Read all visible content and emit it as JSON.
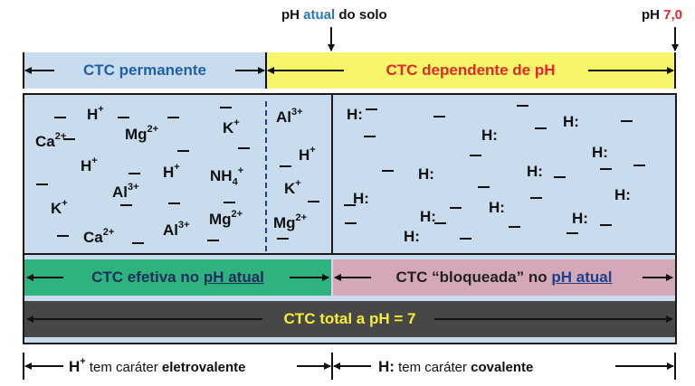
{
  "header": {
    "ph_atual_prefix": "pH ",
    "ph_atual_word": "atual",
    "ph_atual_suffix": " do solo",
    "ph7_prefix": "pH ",
    "ph7_value": "7,0"
  },
  "bars": {
    "permanente": "CTC permanente",
    "dependente": "CTC dependente de pH",
    "efetiva_prefix": "CTC efetiva no ",
    "efetiva_underlined": "pH atual",
    "bloqueada_prefix": "CTC “bloqueada” no ",
    "bloqueada_underlined": "pH atual",
    "total": "CTC total a pH = 7"
  },
  "footer": {
    "left_ion": "H",
    "left_ion_charge": "+",
    "left_text": " tem caráter ",
    "left_bold": "eletrovalente",
    "right_ion": "H:",
    "right_text": " tem caráter ",
    "right_bold": "covalente"
  },
  "ions": {
    "h_plus": "H",
    "plus": "+",
    "two_plus": "2+",
    "three_plus": "3+",
    "ca": "Ca",
    "mg": "Mg",
    "k": "K",
    "al": "Al",
    "nh": "NH",
    "nh_sub": "4",
    "h_colon": "H:"
  },
  "colors": {
    "blue_bar": "#c9dcee",
    "yellow_bar": "#f7f56a",
    "green_bar": "#2fb37e",
    "pink_bar": "#d4a8b6",
    "dark_bar": "#474747",
    "accent_blue": "#2e75b6",
    "accent_red": "#e8252a",
    "total_text": "#f5ef32"
  }
}
